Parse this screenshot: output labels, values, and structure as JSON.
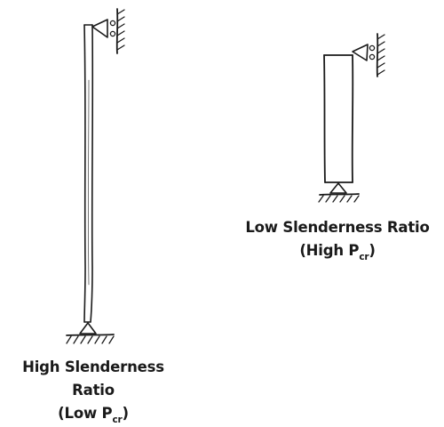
{
  "ink_color": "#1a1a1a",
  "background_color": "#ffffff",
  "left_column": {
    "title": "High Slenderness Ratio",
    "pcr_open": "(Low P",
    "pcr_sub": "cr",
    "pcr_close": ")"
  },
  "right_column": {
    "title": "Low Slenderness Ratio",
    "pcr_open": "(High P",
    "pcr_sub": "cr",
    "pcr_close": ")"
  }
}
